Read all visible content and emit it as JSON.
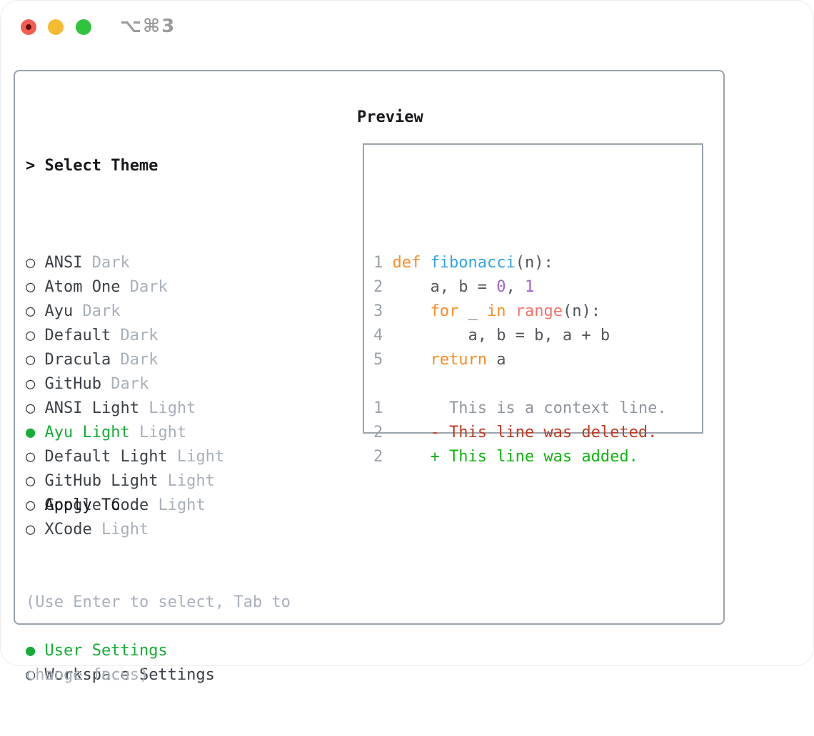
{
  "window": {
    "shortcut_label": "⌥⌘3"
  },
  "icons": {
    "focus_caret": ">",
    "radio_unselected": "○",
    "radio_selected": "●"
  },
  "theme_panel": {
    "header_label": "Select Theme",
    "items": [
      {
        "name": "ANSI",
        "variant": "Dark",
        "selected": false
      },
      {
        "name": "Atom One",
        "variant": "Dark",
        "selected": false
      },
      {
        "name": "Ayu",
        "variant": "Dark",
        "selected": false
      },
      {
        "name": "Default",
        "variant": "Dark",
        "selected": false
      },
      {
        "name": "Dracula",
        "variant": "Dark",
        "selected": false
      },
      {
        "name": "GitHub",
        "variant": "Dark",
        "selected": false
      },
      {
        "name": "ANSI Light",
        "variant": "Light",
        "selected": false
      },
      {
        "name": "Ayu Light",
        "variant": "Light",
        "selected": true
      },
      {
        "name": "Default Light",
        "variant": "Light",
        "selected": false
      },
      {
        "name": "GitHub Light",
        "variant": "Light",
        "selected": false
      },
      {
        "name": "Google Code",
        "variant": "Light",
        "selected": false
      },
      {
        "name": "XCode",
        "variant": "Light",
        "selected": false
      }
    ],
    "apply_to_label": "Apply To",
    "apply_options": [
      {
        "name": "User Settings",
        "selected": true
      },
      {
        "name": "Workspace Settings",
        "selected": false
      }
    ],
    "hint_lines": [
      "(Use Enter to select, Tab to",
      "change focus)"
    ]
  },
  "preview": {
    "title": "Preview",
    "lines": [
      {
        "name": "code-line-1",
        "num": "1",
        "spans": [
          {
            "t": " "
          },
          {
            "t": "def",
            "c": "keyword"
          },
          {
            "t": " "
          },
          {
            "t": "fibonacci",
            "c": "function"
          },
          {
            "t": "(n):"
          }
        ]
      },
      {
        "name": "code-line-2",
        "num": "2",
        "spans": [
          {
            "t": "     a, b = "
          },
          {
            "t": "0",
            "c": "number"
          },
          {
            "t": ", "
          },
          {
            "t": "1",
            "c": "number"
          }
        ]
      },
      {
        "name": "code-line-3",
        "num": "3",
        "spans": [
          {
            "t": "     "
          },
          {
            "t": "for",
            "c": "keyword"
          },
          {
            "t": " _ "
          },
          {
            "t": "in",
            "c": "keyword"
          },
          {
            "t": " "
          },
          {
            "t": "range",
            "c": "special"
          },
          {
            "t": "(n):"
          }
        ]
      },
      {
        "name": "code-line-4",
        "num": "4",
        "spans": [
          {
            "t": "         a, b = b, a + b"
          }
        ]
      },
      {
        "name": "code-line-5",
        "num": "5",
        "spans": [
          {
            "t": "     "
          },
          {
            "t": "return",
            "c": "keyword"
          },
          {
            "t": " a"
          }
        ]
      },
      {
        "name": "blank-line",
        "num": "",
        "spans": []
      },
      {
        "name": "diff-context-line",
        "num": "1",
        "spans": [
          {
            "t": "       This is a context line.",
            "c": "context"
          }
        ]
      },
      {
        "name": "diff-deleted-line",
        "num": "2",
        "spans": [
          {
            "t": "     - This line was deleted.",
            "c": "deleted"
          }
        ]
      },
      {
        "name": "diff-added-line",
        "num": "2",
        "spans": [
          {
            "t": "     + This line was added.",
            "c": "added"
          }
        ]
      }
    ]
  },
  "colors": {
    "accent_green": "#15ad35",
    "keyword_orange": "#f98d27",
    "function_blue": "#33a3e8",
    "number_purple": "#a262cf",
    "special_coral": "#f2736b",
    "code_text": "#52575d",
    "line_number_gray": "#9aa2ab",
    "context_gray": "#8f969e",
    "deleted_red": "#c23a22",
    "added_green": "#10b410",
    "muted_gray": "#a9b1bb",
    "suffix_gray": "#a8b0ba",
    "text_dark": "#3b4147",
    "header_dark": "#17191c",
    "border_gray": "#9aa3ac",
    "traffic_red": "#f25d52",
    "traffic_red_dot": "#5f0704",
    "traffic_yellow": "#f5bb31",
    "traffic_green": "#32c33e",
    "shortcut_gray": "#9b9b9b"
  }
}
